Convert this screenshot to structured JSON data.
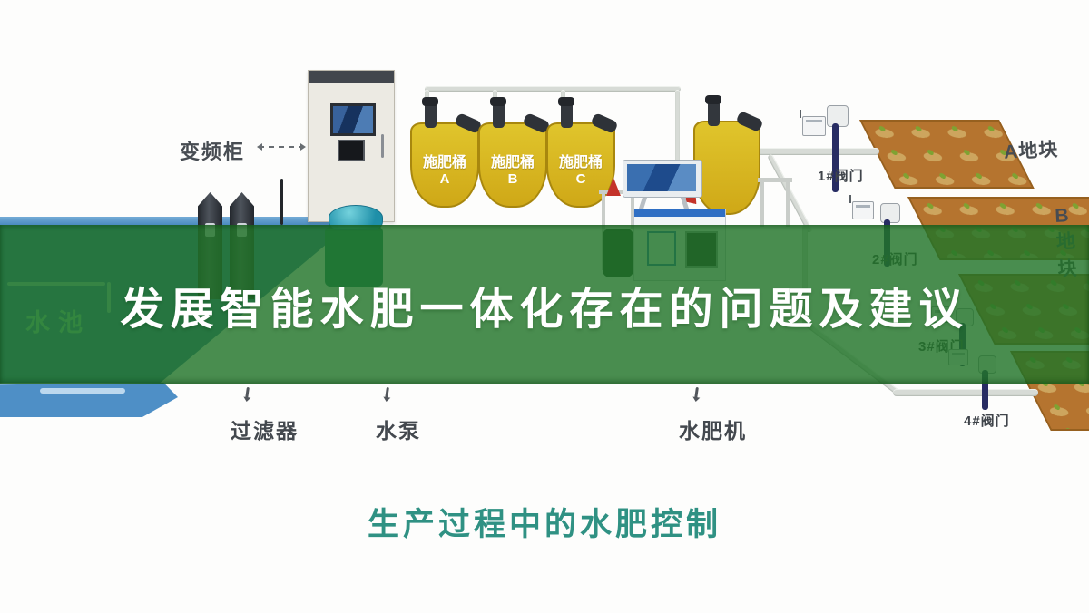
{
  "banner": {
    "title": "发展智能水肥一体化存在的问题及建议"
  },
  "caption": {
    "text": "生产过程中的水肥控制"
  },
  "pool": {
    "label": "水池"
  },
  "cabinet": {
    "label": "变频柜"
  },
  "equipment": {
    "filter": "过滤器",
    "pump": "水泵",
    "machine": "水肥机"
  },
  "tanks": [
    {
      "name": "施肥桶",
      "letter": "A"
    },
    {
      "name": "施肥桶",
      "letter": "B"
    },
    {
      "name": "施肥桶",
      "letter": "C"
    }
  ],
  "plots": {
    "a_label": "A地块",
    "b_label": "B地块"
  },
  "valves": [
    "1#阀门",
    "2#阀门",
    "3#阀门",
    "4#阀门"
  ],
  "colors": {
    "banner_green": "#2b7428",
    "tank_yellow": "#d4af1e",
    "field_brown": "#b5742f",
    "pool_blue": "#4e8fc6",
    "pipe_gray": "#d7dbd6",
    "caption_teal": "#2f9183"
  }
}
